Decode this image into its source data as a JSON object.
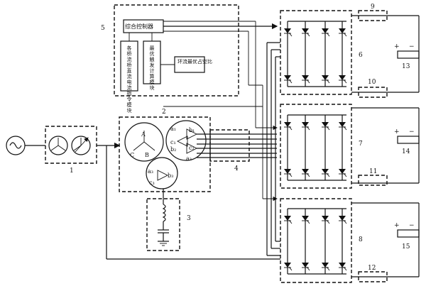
{
  "labels": {
    "n1": "1",
    "n2": "2",
    "n3": "3",
    "n4": "4",
    "n5": "5",
    "n6": "6",
    "n7": "7",
    "n8": "8",
    "n9": "9",
    "n10": "10",
    "n11": "11",
    "n12": "12",
    "n13": "13",
    "n14": "14",
    "n15": "15"
  },
  "controller": {
    "main": "综合控制器",
    "current_cmd": "各桥流桥直流电流指令模块",
    "trigger_calc": "最优触发计算模块",
    "optimal_point": "环流最优占空比"
  },
  "windings": {
    "A": "A",
    "B": "B",
    "C": "C",
    "a1": "a₁",
    "b1": "b₁",
    "c1": "c₁",
    "a2": "a₂",
    "b2": "b₂",
    "c2": "c₂",
    "a3": "a₃",
    "b3": "b₃",
    "c3": "c₃"
  },
  "battery": {
    "plus": "+",
    "minus": "−"
  }
}
